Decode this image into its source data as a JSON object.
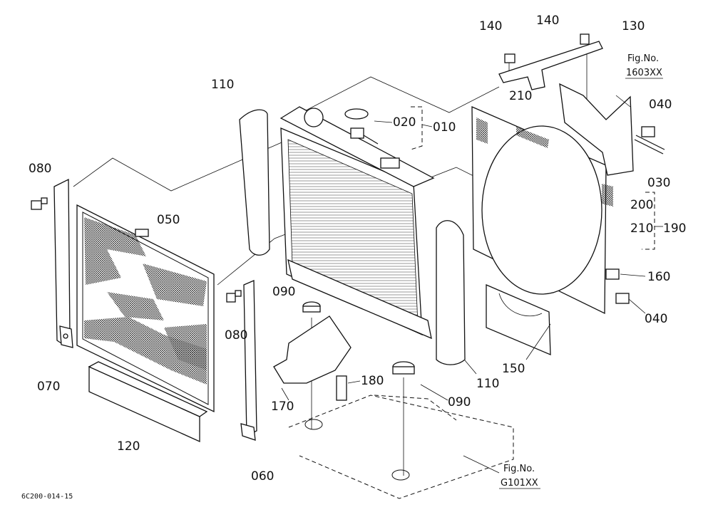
{
  "drawing_id": "6C200-014-15",
  "parts": [
    {
      "no": "010"
    },
    {
      "no": "020"
    },
    {
      "no": "030"
    },
    {
      "no": "040"
    },
    {
      "no": "050"
    },
    {
      "no": "060"
    },
    {
      "no": "070"
    },
    {
      "no": "080"
    },
    {
      "no": "090"
    },
    {
      "no": "110"
    },
    {
      "no": "120"
    },
    {
      "no": "130"
    },
    {
      "no": "140"
    },
    {
      "no": "150"
    },
    {
      "no": "160"
    },
    {
      "no": "170"
    },
    {
      "no": "180"
    },
    {
      "no": "190"
    },
    {
      "no": "200"
    },
    {
      "no": "210"
    }
  ],
  "fig_refs": [
    {
      "caption": "Fig.No.",
      "number": "1603XX"
    },
    {
      "caption": "Fig.No.",
      "number": "G101XX"
    }
  ]
}
